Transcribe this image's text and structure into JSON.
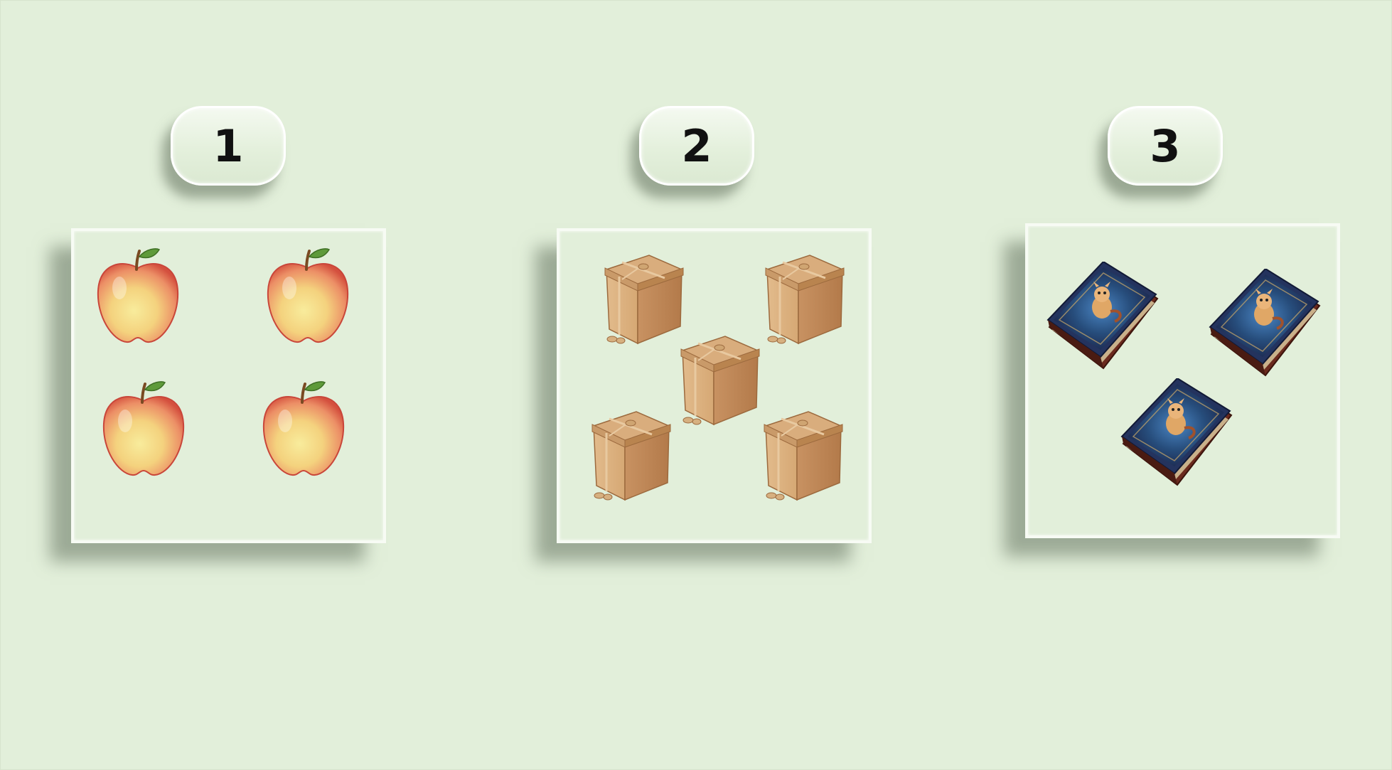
{
  "groups": [
    {
      "number": "1",
      "item": "apple-icon",
      "count": 4
    },
    {
      "number": "2",
      "item": "cardboard-box-icon",
      "count": 5
    },
    {
      "number": "3",
      "item": "book-icon",
      "count": 3
    }
  ],
  "colors": {
    "background": "#e2efda",
    "card_border": "#f7fbf4",
    "number_text": "#111111"
  }
}
